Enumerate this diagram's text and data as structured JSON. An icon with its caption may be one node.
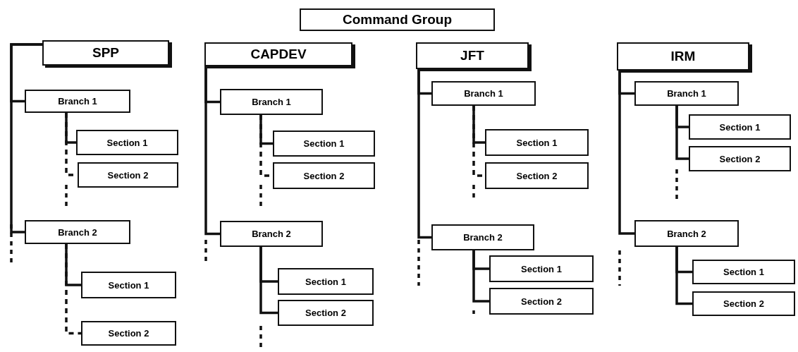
{
  "diagram": {
    "nodes": [
      {
        "text": [
          "Command Group"
        ]
      },
      {
        "text": [
          "SPP"
        ]
      },
      {
        "text": [
          "Branch 1"
        ]
      },
      {
        "text": [
          "Section 1"
        ]
      },
      {
        "text": [
          "Section 2"
        ]
      },
      {
        "text": [
          "Branch 2"
        ]
      },
      {
        "text": [
          "Section 1"
        ]
      },
      {
        "text": [
          "Section 2"
        ]
      },
      {
        "text": [
          "CAPDEV"
        ]
      },
      {
        "text": [
          "Branch 1"
        ]
      },
      {
        "text": [
          "Section 1"
        ]
      },
      {
        "text": [
          "Section 2"
        ]
      },
      {
        "text": [
          "Branch 2"
        ]
      },
      {
        "text": [
          "Section 1"
        ]
      },
      {
        "text": [
          "Section 2"
        ]
      },
      {
        "text": [
          "JFT"
        ]
      },
      {
        "text": [
          "Branch 1"
        ]
      },
      {
        "text": [
          "Section 1"
        ]
      },
      {
        "text": [
          "Section 2"
        ]
      },
      {
        "text": [
          "Branch 2"
        ]
      },
      {
        "text": [
          "Section 1"
        ]
      },
      {
        "text": [
          "Section 2"
        ]
      },
      {
        "text": [
          "IRM"
        ]
      },
      {
        "text": [
          "Branch 1"
        ]
      },
      {
        "text": [
          "Section 1"
        ]
      },
      {
        "text": [
          "Section 2"
        ]
      },
      {
        "text": [
          "Branch 2"
        ]
      },
      {
        "text": [
          "Section 1"
        ]
      },
      {
        "text": [
          "Section 2"
        ]
      }
    ],
    "edges": [
      {
        "from": 1,
        "to": 2,
        "arrow": "none"
      },
      {
        "from": 1,
        "to": 5,
        "arrow": "none"
      },
      {
        "from": 2,
        "to": 3,
        "arrow": "none"
      },
      {
        "from": 2,
        "to": 4,
        "arrow": "none",
        "style": "dashed"
      },
      {
        "from": 5,
        "to": 6,
        "arrow": "none"
      },
      {
        "from": 5,
        "to": 7,
        "arrow": "none",
        "style": "dashed"
      },
      {
        "from": 8,
        "to": 9,
        "arrow": "none"
      },
      {
        "from": 8,
        "to": 12,
        "arrow": "none"
      },
      {
        "from": 9,
        "to": 10,
        "arrow": "none"
      },
      {
        "from": 9,
        "to": 11,
        "arrow": "none",
        "style": "dashed"
      },
      {
        "from": 12,
        "to": 13,
        "arrow": "none"
      },
      {
        "from": 12,
        "to": 14,
        "arrow": "none"
      },
      {
        "from": 15,
        "to": 16,
        "arrow": "none"
      },
      {
        "from": 15,
        "to": 19,
        "arrow": "none"
      },
      {
        "from": 16,
        "to": 17,
        "arrow": "none"
      },
      {
        "from": 16,
        "to": 18,
        "arrow": "none",
        "style": "dashed"
      },
      {
        "from": 19,
        "to": 20,
        "arrow": "none"
      },
      {
        "from": 19,
        "to": 21,
        "arrow": "none"
      },
      {
        "from": 22,
        "to": 23,
        "arrow": "none"
      },
      {
        "from": 22,
        "to": 26,
        "arrow": "none"
      },
      {
        "from": 23,
        "to": 24,
        "arrow": "none"
      },
      {
        "from": 23,
        "to": 25,
        "arrow": "none"
      },
      {
        "from": 26,
        "to": 27,
        "arrow": "none"
      },
      {
        "from": 26,
        "to": 28,
        "arrow": "none"
      }
    ]
  }
}
